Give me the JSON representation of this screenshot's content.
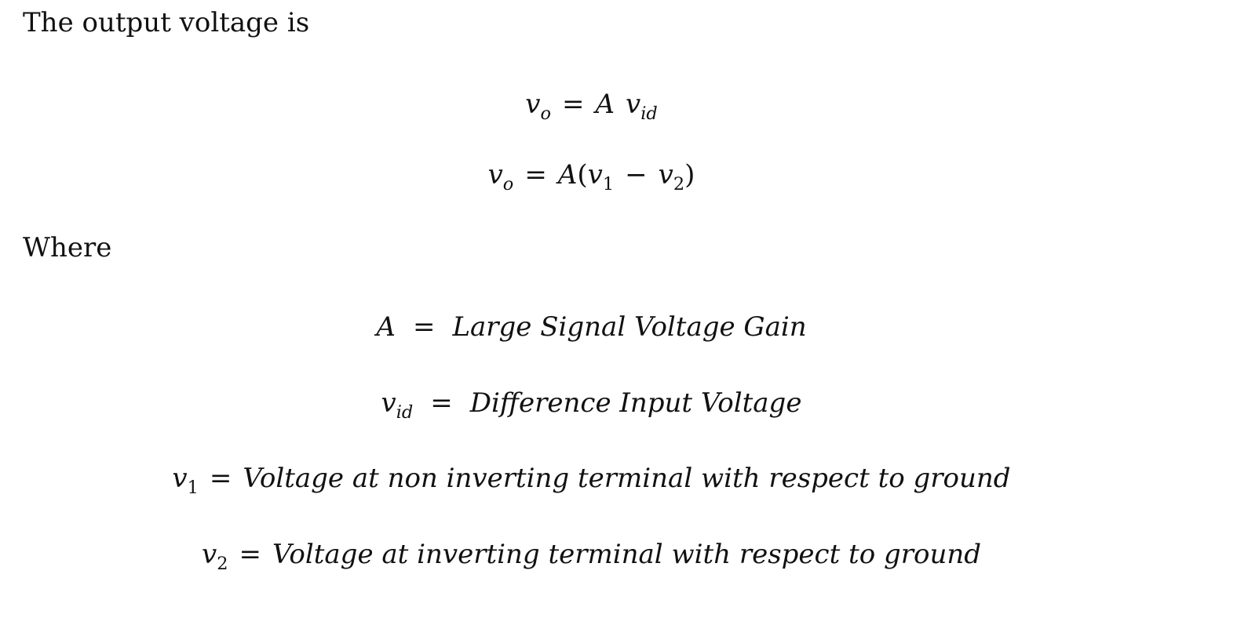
{
  "intro_text": "The output voltage is",
  "where_text": "Where",
  "equations": [
    {
      "lhs_symbol": "v",
      "lhs_sub": "o",
      "equals": "=",
      "rhs_symbol": "A",
      "rhs_var": "v",
      "rhs_var_sub": "id"
    },
    {
      "lhs_symbol": "v",
      "lhs_sub": "o",
      "equals": "=",
      "rhs_gain": "A",
      "open_paren": "(",
      "v1_symbol": "v",
      "v1_sub": "1",
      "minus": "−",
      "v2_symbol": "v",
      "v2_sub": "2",
      "close_paren": ")"
    }
  ],
  "definitions": [
    {
      "symbol": "A",
      "sub": "",
      "equals": "=",
      "meaning": "Large Signal Voltage Gain"
    },
    {
      "symbol": "v",
      "sub": "id",
      "equals": "=",
      "meaning": "Difference Input Voltage"
    },
    {
      "symbol": "v",
      "sub": "1",
      "equals": "=",
      "meaning": "Voltage at non inverting terminal with respect to ground"
    },
    {
      "symbol": "v",
      "sub": "2",
      "equals": "=",
      "meaning": "Voltage at inverting terminal with respect to ground"
    }
  ]
}
